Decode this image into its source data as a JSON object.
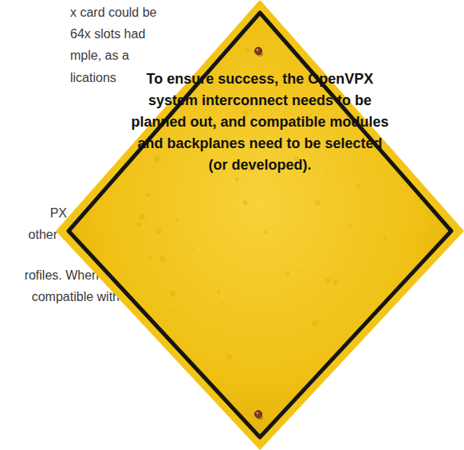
{
  "diagram": {
    "nodes": [
      {
        "text": [
          "To ensure success, the OpenVPX system interconnect needs to be planned out, and compatible modules and backplanes need to be selected (or developed)."
        ]
      }
    ],
    "labels": [
      "x card could be",
      "64x slots had",
      "mple, as a",
      "lications",
      "PX",
      "other",
      "rofiles. When",
      "compatible with"
    ]
  }
}
